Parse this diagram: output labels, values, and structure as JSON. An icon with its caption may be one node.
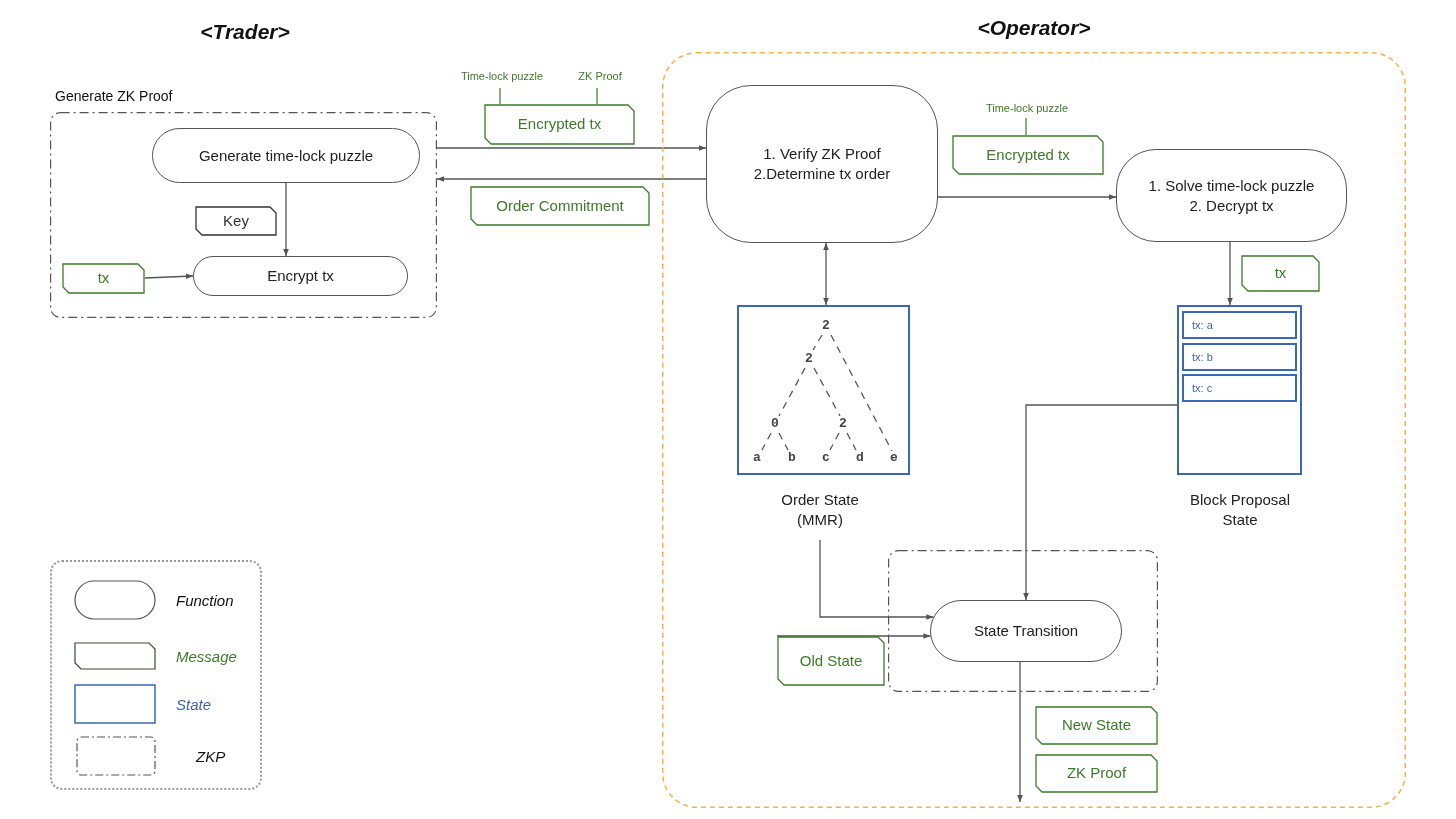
{
  "diagram": {
    "nodes": [
      {
        "text": [
          "Generate ZK Proof"
        ]
      },
      {
        "text": [
          "Generate time-lock puzzle"
        ],
        "in": 0
      },
      {
        "text": [
          "Key"
        ],
        "in": 0
      },
      {
        "text": [
          "Encrypt tx"
        ],
        "in": 0
      },
      {
        "text": [
          "tx"
        ],
        "in": 0
      },
      {
        "text": [
          "Encrypted tx"
        ],
        "beside": [
          "Time-lock puzzle",
          "ZK Proof"
        ]
      },
      {
        "text": [
          "Order Commitment"
        ]
      },
      {
        "text": [
          "<Operator>"
        ]
      },
      {
        "text": [
          "1. Verify ZK Proof",
          "2.Determine tx order"
        ],
        "in": 7
      },
      {
        "text": [
          "Encrypted tx"
        ],
        "in": 7,
        "beside": [
          "Time-lock puzzle"
        ]
      },
      {
        "text": [
          "1. Solve time-lock puzzle",
          "2. Decrypt tx"
        ],
        "in": 7
      },
      {
        "text": [
          "tx"
        ],
        "in": 7
      },
      {
        "text": [
          "2",
          "2",
          "0",
          "2",
          "a",
          "b",
          "c",
          "d",
          "e"
        ],
        "in": 7,
        "beside": [
          "Order State (MMR)"
        ]
      },
      {
        "text": [],
        "shape": "box",
        "in": 7,
        "beside": [
          "Block Proposal State"
        ]
      },
      {
        "text": [
          "tx: a"
        ],
        "in": 13
      },
      {
        "text": [
          "tx: b"
        ],
        "in": 13
      },
      {
        "text": [
          "tx: c"
        ],
        "in": 13
      },
      {
        "text": [],
        "shape": "box",
        "in": 7
      },
      {
        "text": [
          "State Transition"
        ],
        "in": 17
      },
      {
        "text": [
          "Old State"
        ],
        "in": 7
      },
      {
        "text": [
          "New State"
        ],
        "in": 7
      },
      {
        "text": [
          "ZK Proof"
        ],
        "in": 7
      }
    ],
    "edges": [
      {
        "from": 1,
        "to": 3,
        "arrow": "to"
      },
      {
        "from": 4,
        "to": 3,
        "arrow": "to"
      },
      {
        "from": 0,
        "to": 8,
        "arrow": "to"
      },
      {
        "from": 8,
        "to": 0,
        "arrow": "to"
      },
      {
        "from": 8,
        "to": 10,
        "arrow": "to"
      },
      {
        "from": 8,
        "to": 12,
        "arrow": "both"
      },
      {
        "from": 10,
        "to": 13,
        "arrow": "to"
      },
      {
        "from": 13,
        "to": 18,
        "arrow": "to"
      },
      {
        "from": 12,
        "to": 18,
        "arrow": "to"
      },
      {
        "from": 19,
        "to": 18,
        "arrow": "to"
      },
      {
        "from": 18,
        "to": null,
        "arrow": "to"
      }
    ],
    "labels": [
      "<Trader>"
    ],
    "legend": [
      {
        "text": "Function"
      },
      {
        "text": "Message"
      },
      {
        "text": "State"
      },
      {
        "text": "ZKP"
      }
    ]
  }
}
